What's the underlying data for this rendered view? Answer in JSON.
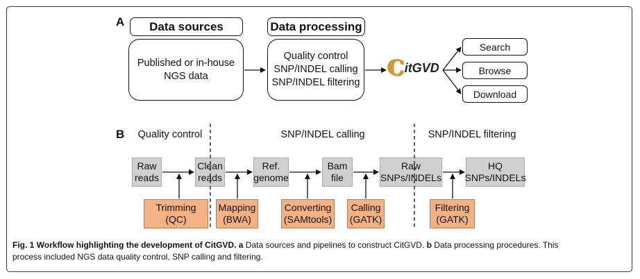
{
  "panel_a": {
    "letter": "A",
    "header_sources": "Data sources",
    "header_processing": "Data processing",
    "sources_box": [
      "Published or in-house",
      "NGS data"
    ],
    "processing_box": [
      "Quality control",
      "SNP/INDEL calling",
      "SNP/INDEL filtering"
    ],
    "logo": {
      "initial": "C",
      "text": "itGVD"
    },
    "outputs": [
      "Search",
      "Browse",
      "Download"
    ]
  },
  "panel_b": {
    "letter": "B",
    "stages": [
      "Quality control",
      "SNP/INDEL calling",
      "SNP/INDEL filtering"
    ],
    "data_boxes": [
      {
        "line1": "Raw",
        "line2": "reads"
      },
      {
        "line1": "Clean",
        "line2": "reads"
      },
      {
        "line1": "Ref.",
        "line2": "genome"
      },
      {
        "line1": "Bam",
        "line2": "file"
      },
      {
        "line1": "Raw",
        "line2": "SNPs/INDELs"
      },
      {
        "line1": "HQ",
        "line2": "SNPs/INDELs"
      }
    ],
    "tool_boxes": [
      {
        "line1": "Trimming",
        "line2": "(QC)"
      },
      {
        "line1": "Mapping",
        "line2": "(BWA)"
      },
      {
        "line1": "Converting",
        "line2": "(SAMtools)"
      },
      {
        "line1": "Calling",
        "line2": "(GATK)"
      },
      {
        "line1": "Filtering",
        "line2": "(GATK)"
      }
    ]
  },
  "caption": {
    "fig_label": "Fig. 1 Workflow highlighting the development of CitGVD.",
    "a_label": "a",
    "a_text": " Data sources and pipelines to construct CitGVD. ",
    "b_label": "b",
    "b_text": " Data processing procedures. This",
    "line2": "process included NGS data quality control, SNP calling and filtering."
  },
  "colors": {
    "data_box": "#d0d0d0",
    "tool_box": "#f4b183",
    "frame": "#3a3a3a",
    "logo": "#d89b1b"
  }
}
